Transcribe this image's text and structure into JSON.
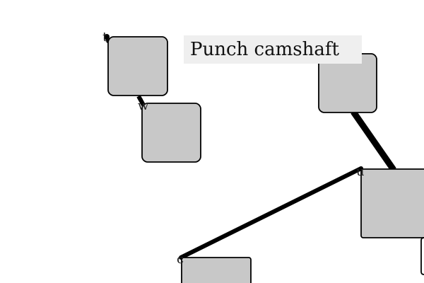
{
  "title": "Punch camshaft",
  "labels": {
    "t": "t",
    "w": "w",
    "u": "u",
    "c": "c"
  },
  "colors": {
    "node_fill": "#c8c8c8",
    "node_stroke": "#000000",
    "edge": "#000000",
    "title_bg": "#efefef"
  }
}
